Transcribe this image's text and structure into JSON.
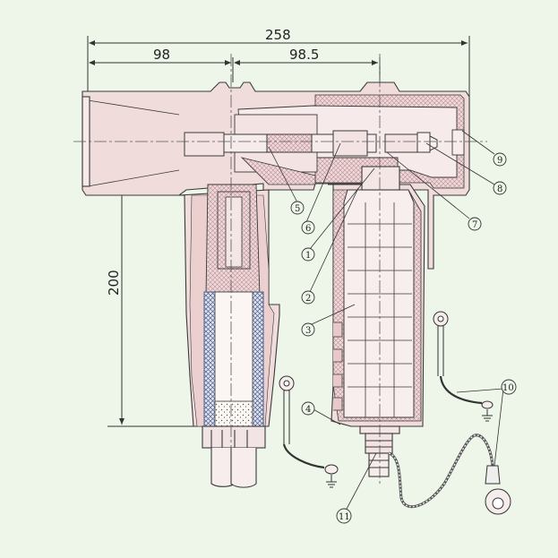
{
  "dimensions": {
    "overall_width": "258",
    "left_width": "98",
    "right_width": "98.5",
    "height": "200"
  },
  "callouts": [
    "1",
    "2",
    "3",
    "4",
    "5",
    "6",
    "7",
    "8",
    "9",
    "10",
    "11"
  ],
  "colors": {
    "background": "#eef5e9",
    "line": "#3a3a3a",
    "body_fill": "#f2dcdc",
    "hatch": "#c9a8b0",
    "stress_cone": "#4f5f86",
    "center_line": "#555555"
  }
}
